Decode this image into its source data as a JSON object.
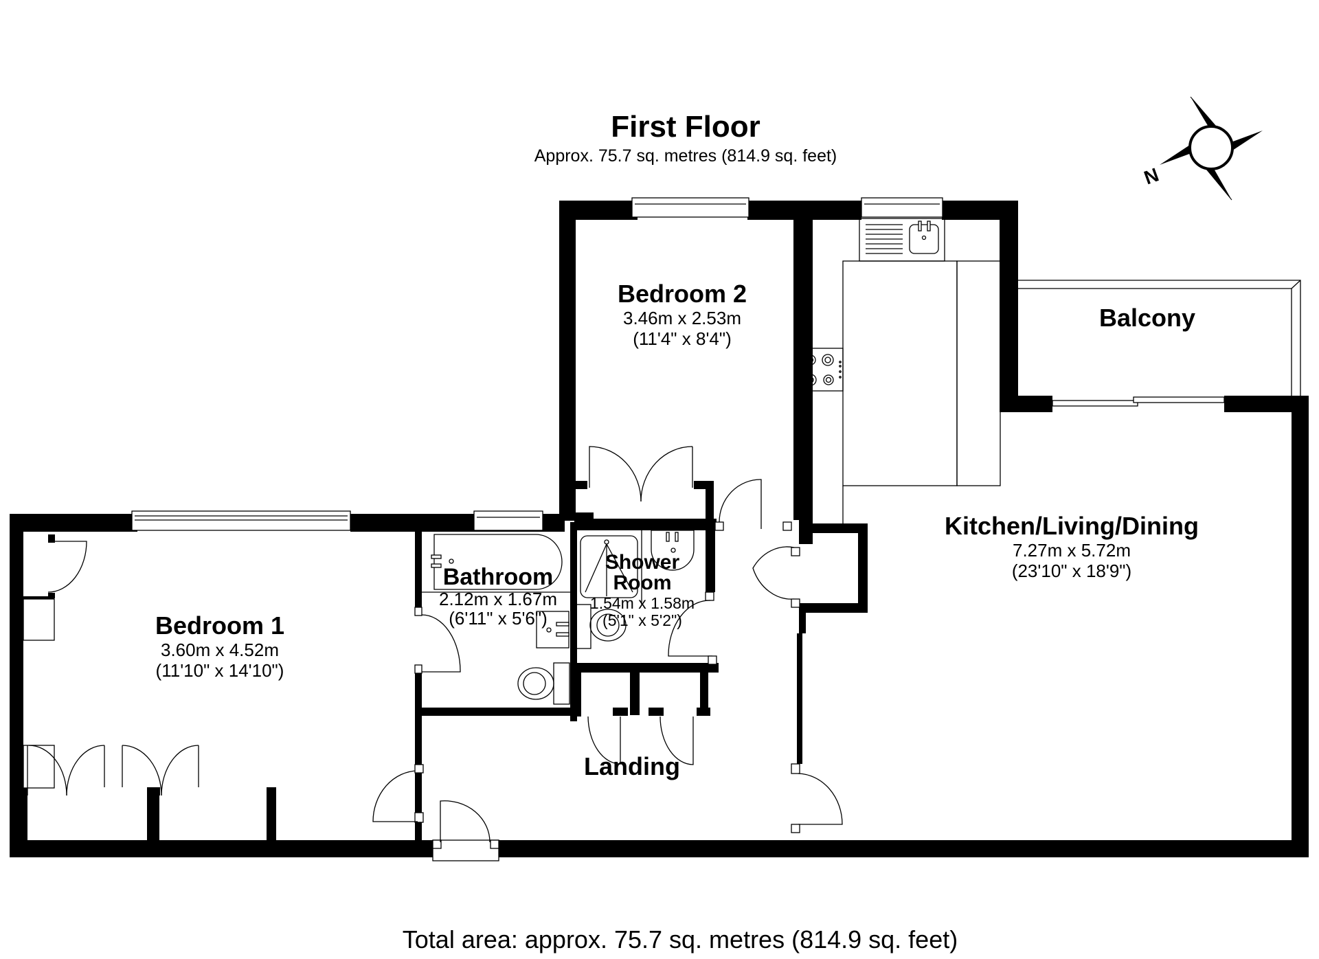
{
  "header": {
    "title": "First Floor",
    "subtitle": "Approx. 75.7 sq. metres (814.9 sq. feet)"
  },
  "compass": {
    "icon": "compass-rose-icon",
    "north_label": "N"
  },
  "rooms": [
    {
      "id": "bedroom1",
      "name": "Bedroom 1",
      "metric": "3.60m x 4.52m",
      "imperial": "(11'10\" x 14'10\")"
    },
    {
      "id": "bedroom2",
      "name": "Bedroom 2",
      "metric": "3.46m x 2.53m",
      "imperial": "(11'4\" x 8'4\")"
    },
    {
      "id": "bathroom",
      "name": "Bathroom",
      "metric": "2.12m x 1.67m",
      "imperial": "(6'11\" x 5'6\")"
    },
    {
      "id": "shower",
      "name": "Shower Room",
      "name_line1": "Shower",
      "name_line2": "Room",
      "metric": "1.54m x 1.58m",
      "imperial": "(5'1\" x 5'2\")"
    },
    {
      "id": "kitchen",
      "name": "Kitchen/Living/Dining",
      "metric": "7.27m x 5.72m",
      "imperial": "(23'10\" x 18'9\")"
    },
    {
      "id": "balcony",
      "name": "Balcony"
    },
    {
      "id": "landing",
      "name": "Landing"
    }
  ],
  "footer": {
    "total_area": "Total area: approx. 75.7 sq. metres (814.9 sq. feet)"
  },
  "colors": {
    "wall": "#000000",
    "background": "#ffffff",
    "line": "#000000"
  }
}
